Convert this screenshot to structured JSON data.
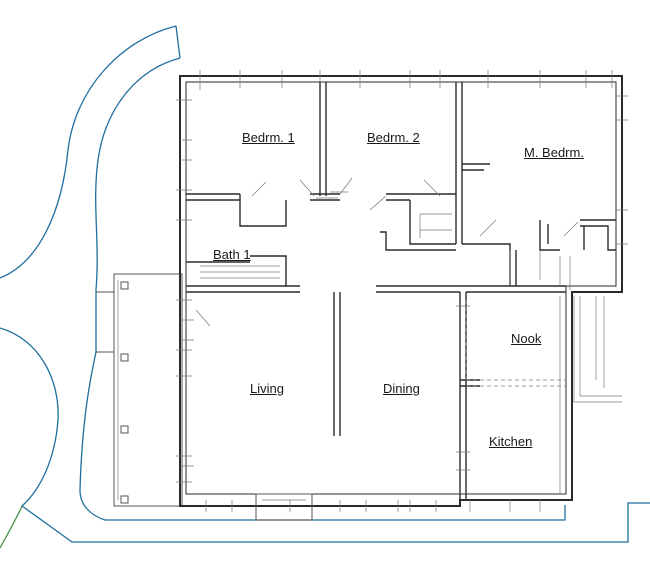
{
  "rooms": {
    "bedroom1": "Bedrm. 1",
    "bedroom2": "Bedrm. 2",
    "master_bedroom": "M. Bedrm.",
    "bath1": "Bath 1",
    "living": "Living",
    "dining": "Dining",
    "nook": "Nook",
    "kitchen": "Kitchen"
  },
  "colors": {
    "walkway": "#1f6f9f",
    "lawn_edge": "#3a8a3a",
    "walls": "#2a2a2a"
  }
}
